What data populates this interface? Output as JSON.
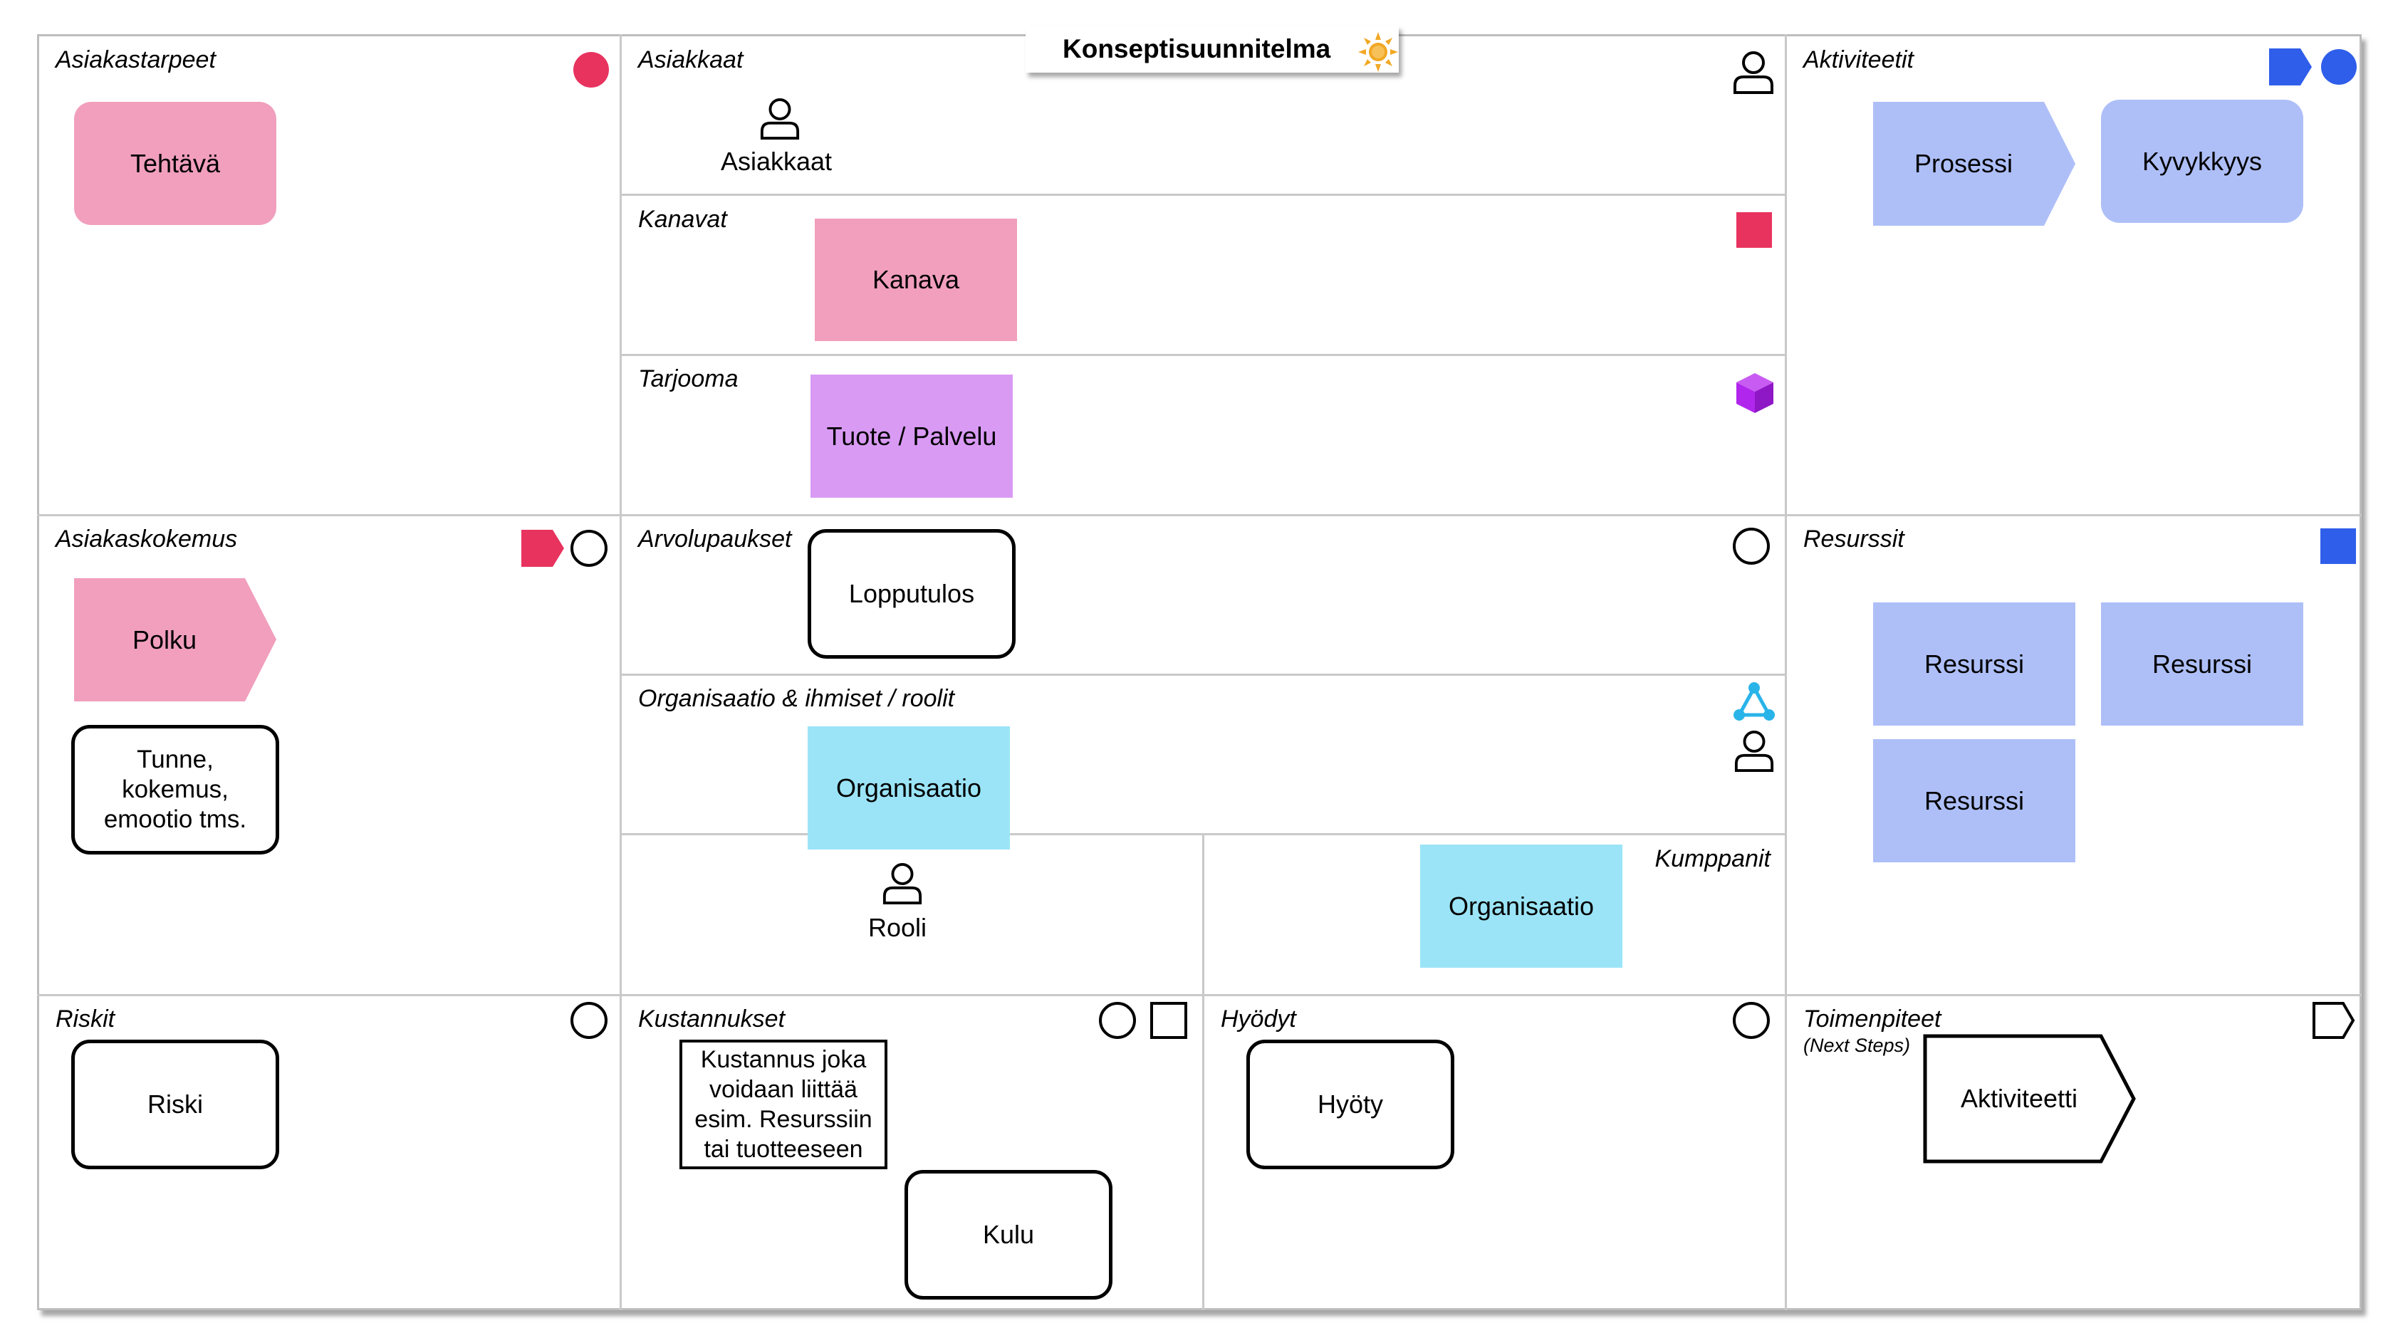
{
  "title": "Konseptisuunnitelma",
  "title_icon": "sun-icon",
  "colors": {
    "pink": "#f19fbd",
    "red_marker": "#e8335f",
    "violet": "#d99af4",
    "violet_marker": "#b026ec",
    "blue": "#aebff8",
    "blue_marker": "#2f5eea",
    "cyan": "#9be4f7",
    "cyan_marker": "#29b4e9",
    "sun": "#f2a823"
  },
  "sections": {
    "asiakastarpeet": {
      "label": "Asiakastarpeet",
      "marker": "red-circle-icon"
    },
    "asiakkaat": {
      "label": "Asiakkaat",
      "marker": "person-icon"
    },
    "kanavat": {
      "label": "Kanavat",
      "marker": "red-square-icon"
    },
    "tarjooma": {
      "label": "Tarjooma",
      "marker": "violet-cube-icon"
    },
    "aktiviteetit": {
      "label": "Aktiviteetit",
      "markers": [
        "blue-pentagon-icon",
        "blue-circle-icon"
      ]
    },
    "asiakaskokemus": {
      "label": "Asiakaskokemus",
      "markers": [
        "red-pentagon-icon",
        "circle-outline-icon"
      ]
    },
    "arvolupaukset": {
      "label": "Arvolupaukset",
      "marker": "circle-outline-icon"
    },
    "organisaatio": {
      "label": "Organisaatio & ihmiset / roolit",
      "markers": [
        "network-icon",
        "person-icon"
      ]
    },
    "kumppanit": {
      "label": "Kumppanit"
    },
    "resurssit": {
      "label": "Resurssit",
      "marker": "blue-square-icon"
    },
    "riskit": {
      "label": "Riskit",
      "marker": "circle-outline-icon"
    },
    "kustannukset": {
      "label": "Kustannukset",
      "markers": [
        "circle-outline-icon",
        "square-outline-icon"
      ]
    },
    "hyodyt": {
      "label": "Hyödyt",
      "marker": "circle-outline-icon"
    },
    "toimenpiteet": {
      "label": "Toimenpiteet",
      "sublabel": "(Next Steps)",
      "marker": "pentagon-outline-icon"
    }
  },
  "nodes": {
    "tehtava": "Tehtävä",
    "asiakkaat_person": "Asiakkaat",
    "kanava": "Kanava",
    "tuote": "Tuote / Palvelu",
    "prosessi": "Prosessi",
    "kyvykkyys": "Kyvykkyys",
    "polku": "Polku",
    "tunne": "Tunne, kokemus, emootio tms.",
    "lopputulos": "Lopputulos",
    "organisaatio_1": "Organisaatio",
    "rooli": "Rooli",
    "organisaatio_2": "Organisaatio",
    "resurssi_1": "Resurssi",
    "resurssi_2": "Resurssi",
    "resurssi_3": "Resurssi",
    "riski": "Riski",
    "kustannus_note": "Kustannus joka voidaan liittää esim. Resurssiin tai tuotteeseen",
    "kulu": "Kulu",
    "hyoty": "Hyöty",
    "aktiviteetti": "Aktiviteetti"
  }
}
